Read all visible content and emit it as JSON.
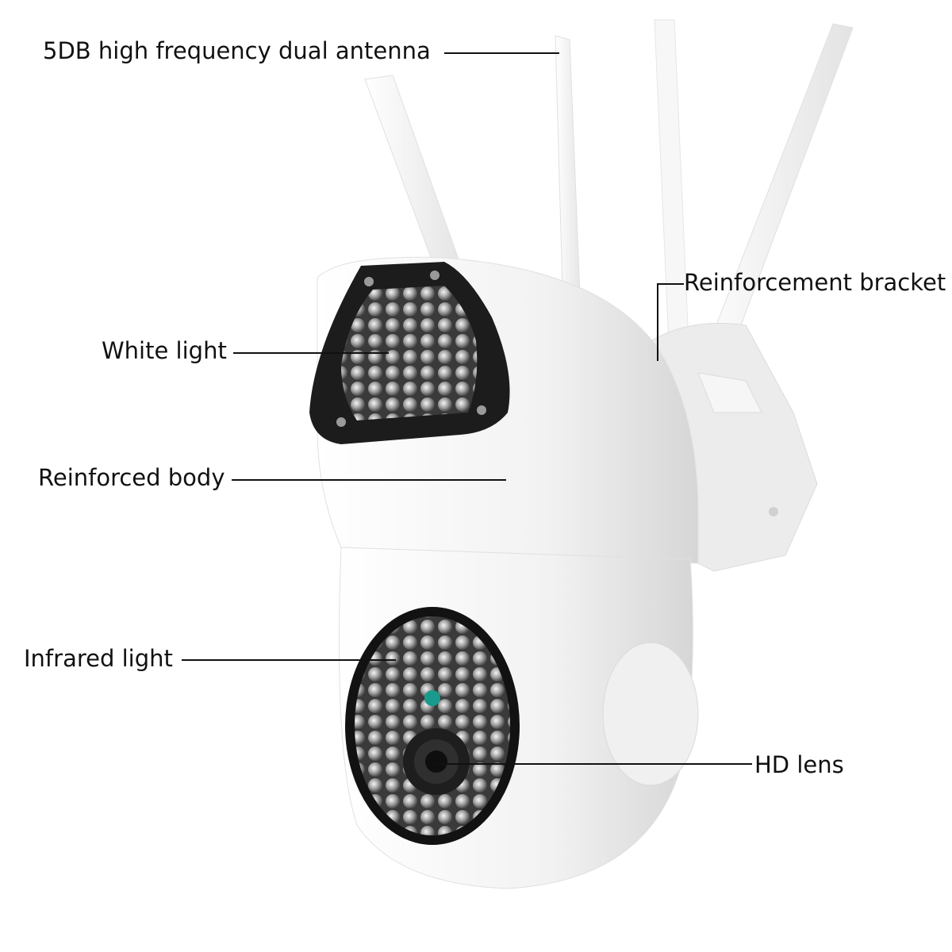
{
  "figure": {
    "subject": "Outdoor PTZ security camera with dual antennas",
    "colors": {
      "background": "#ffffff",
      "body": "#f3f3f3",
      "body_shadow": "#d9d9d9",
      "panel": "#1c1c1c",
      "led": "#bdbdbd",
      "indicator": "#1a9a8c",
      "text": "#111111"
    }
  },
  "callouts": [
    {
      "id": "antenna",
      "label": "5DB high frequency dual antenna"
    },
    {
      "id": "bracket",
      "label": "Reinforcement bracket"
    },
    {
      "id": "white_light",
      "label": "White light"
    },
    {
      "id": "body",
      "label": "Reinforced body"
    },
    {
      "id": "infrared",
      "label": "Infrared light"
    },
    {
      "id": "lens",
      "label": "HD lens"
    }
  ]
}
